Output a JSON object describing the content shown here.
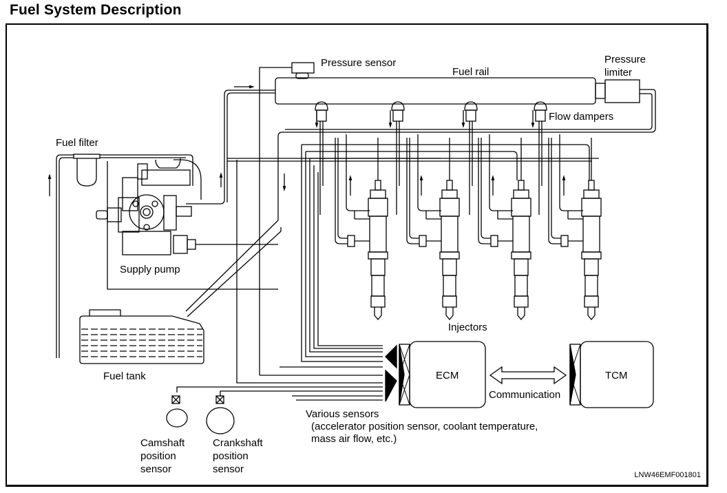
{
  "page": {
    "title": "Fuel System Description",
    "figure_code": "LNW46EMF001801"
  },
  "labels": {
    "pressure_sensor": "Pressure sensor",
    "fuel_rail": "Fuel rail",
    "pressure_limiter_line1": "Pressure",
    "pressure_limiter_line2": "limiter",
    "flow_dampers": "Flow dampers",
    "fuel_filter": "Fuel filter",
    "supply_pump": "Supply pump",
    "injectors": "Injectors",
    "fuel_tank": "Fuel tank",
    "ecm": "ECM",
    "tcm": "TCM",
    "communication": "Communication",
    "various_sensors_line1": "Various sensors",
    "various_sensors_line2": "(accelerator position sensor, coolant temperature,",
    "various_sensors_line3": "mass air flow, etc.)",
    "camshaft_line1": "Camshaft",
    "camshaft_line2": "position",
    "camshaft_line3": "sensor",
    "crankshaft_line1": "Crankshaft",
    "crankshaft_line2": "position",
    "crankshaft_line3": "sensor"
  },
  "components": {
    "injector_count": 4,
    "flow_damper_count": 4
  },
  "colors": {
    "line": "#000000",
    "background": "#ffffff"
  }
}
